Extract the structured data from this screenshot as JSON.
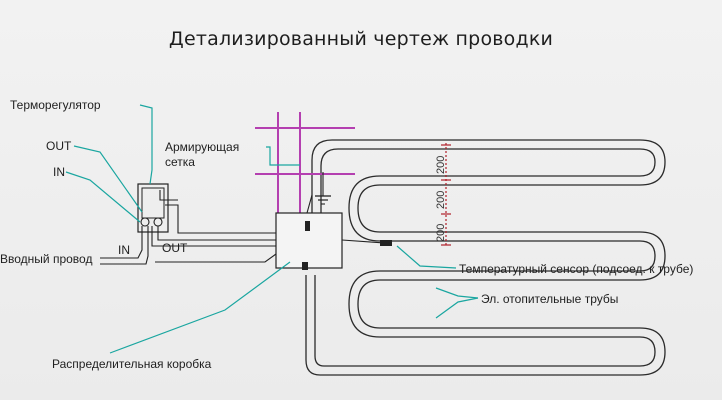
{
  "title": "Детализированный чертеж проводки",
  "labels": {
    "thermoregulator": "Терморегулятор",
    "out_top": "OUT",
    "in_top": "IN",
    "supply_wire": "Вводный провод",
    "in_bottom": "IN",
    "out_bottom": "OUT",
    "mesh_line1": "Армирующая",
    "mesh_line2": "сетка",
    "temp_sensor": "Температурный сенсор (подсоед. к трубе)",
    "heating_pipes": "Эл. отопительные трубы",
    "junction_box": "Распределительная коробка"
  },
  "dimensions": [
    "200",
    "200",
    "200"
  ],
  "colors": {
    "leader": "#1aa6a0",
    "mesh": "#b43fb0",
    "dimension": "#b0202a",
    "line": "#222222"
  },
  "icons": {
    "ground": "ground-symbol-icon",
    "sensor": "sensor-icon"
  }
}
